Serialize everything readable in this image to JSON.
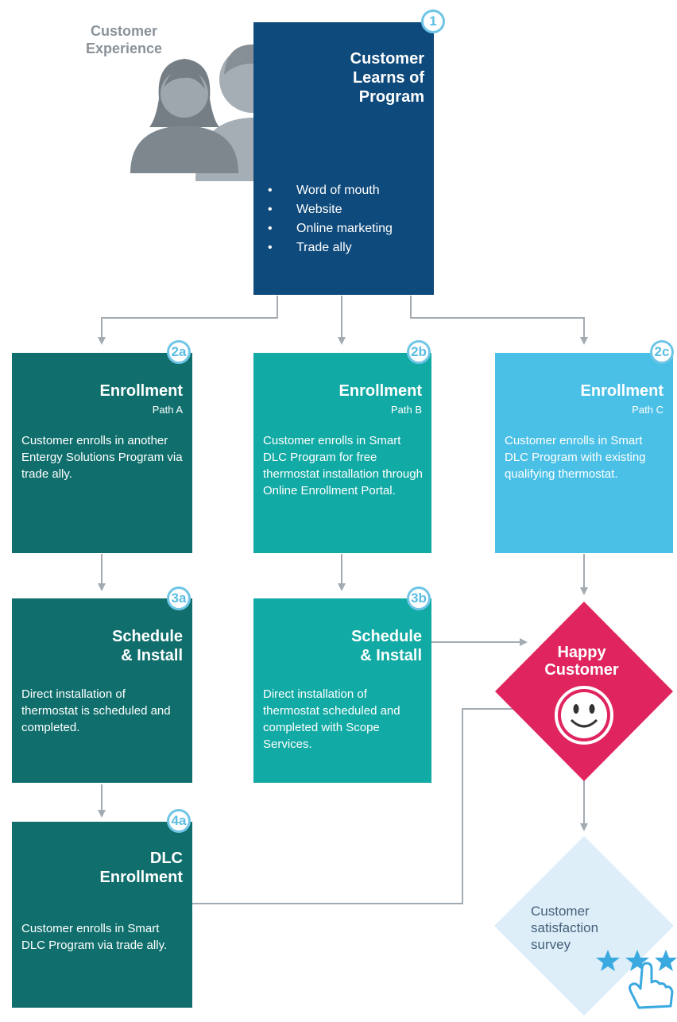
{
  "header": {
    "label": "Customer\nExperience"
  },
  "step1": {
    "badge": "1",
    "title": "Customer\nLearns of\nProgram",
    "items": [
      "Word of mouth",
      "Website",
      "Online marketing",
      "Trade ally"
    ]
  },
  "step2a": {
    "badge": "2a",
    "title": "Enrollment",
    "subtitle": "Path A",
    "desc": "Customer enrolls in another Entergy Solutions Program via trade ally."
  },
  "step2b": {
    "badge": "2b",
    "title": "Enrollment",
    "subtitle": "Path B",
    "desc": "Customer enrolls in Smart DLC Program for free thermostat installation through Online Enrollment Portal."
  },
  "step2c": {
    "badge": "2c",
    "title": "Enrollment",
    "subtitle": "Path C",
    "desc": "Customer enrolls in Smart DLC Program with existing qualifying thermostat."
  },
  "step3a": {
    "badge": "3a",
    "title": "Schedule\n& Install",
    "desc": "Direct installation of thermostat is scheduled and completed."
  },
  "step3b": {
    "badge": "3b",
    "title": "Schedule\n& Install",
    "desc": "Direct installation of thermostat scheduled and completed with Scope Services."
  },
  "step4a": {
    "badge": "4a",
    "title": "DLC\nEnrollment",
    "desc": "Customer enrolls in Smart DLC Program via trade ally."
  },
  "happy": {
    "label": "Happy\nCustomer"
  },
  "survey": {
    "label": "Customer\nsatisfaction\nsurvey"
  },
  "colors": {
    "step1": "#0e4a7b",
    "pathA": "#106f6d",
    "pathB": "#12aaa4",
    "pathC": "#4bc0e6",
    "happy": "#e0245e",
    "survey_bg": "#ddeef9",
    "star": "#3aa9e0",
    "connector": "#a3abb2"
  }
}
